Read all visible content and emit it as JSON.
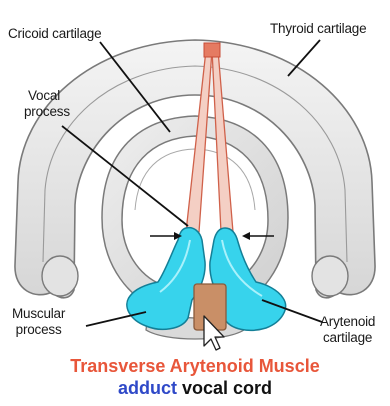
{
  "labels": {
    "cricoid": "Cricoid cartilage",
    "thyroid": "Thyroid cartilage",
    "vocal_process_line1": "Vocal",
    "vocal_process_line2": "process",
    "muscular_process_line1": "Muscular",
    "muscular_process_line2": "process",
    "arytenoid_line1": "Arytenoid",
    "arytenoid_line2": "cartilage"
  },
  "caption": {
    "title": "Transverse Arytenoid Muscle",
    "action_word": "adduct",
    "action_rest": " vocal cord"
  },
  "colors": {
    "cartilage": "#e7e7e7",
    "cartilage_outline": "#7a7a7a",
    "arytenoid": "#37d3ec",
    "vocal_cord": "#e08b78",
    "muscle": "#c98f67",
    "title": "#e8563a",
    "action": "#2f49c8"
  }
}
